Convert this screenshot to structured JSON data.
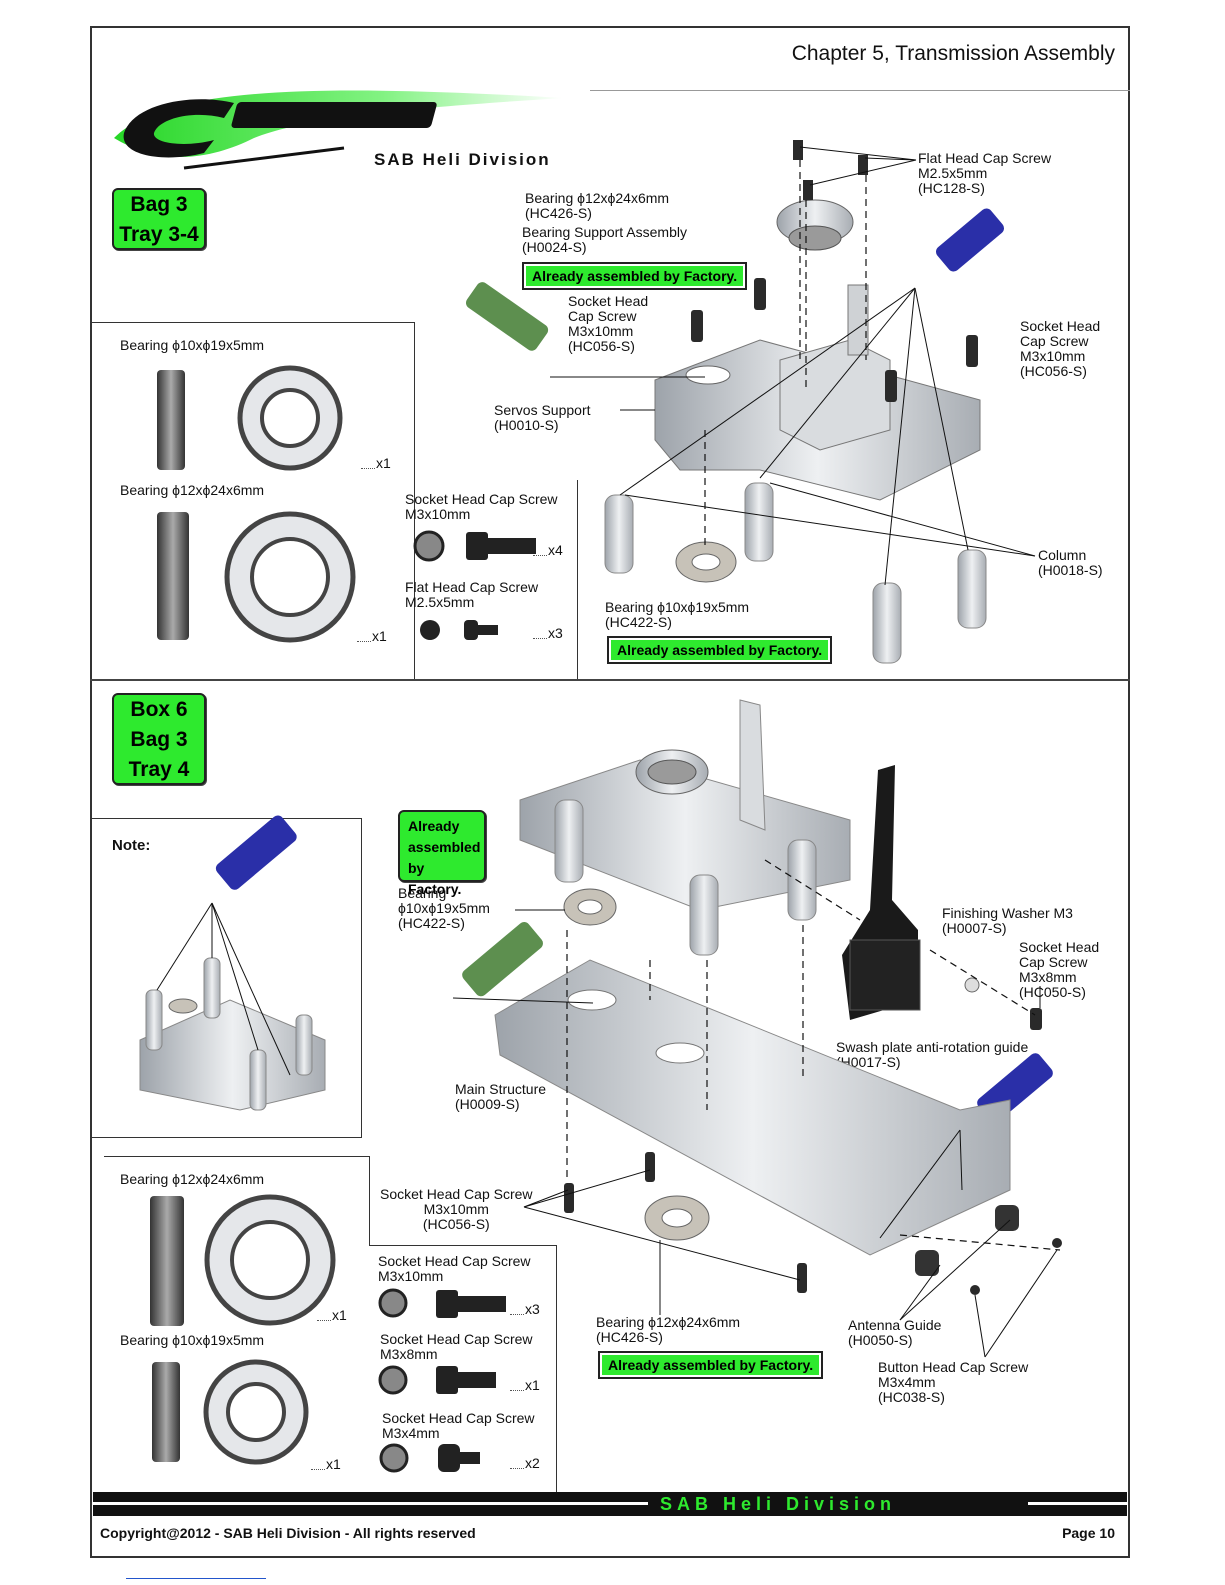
{
  "header": {
    "chapter": "Chapter 5,  Transmission Assembly",
    "brand_sub": "SAB Heli Division"
  },
  "section1": {
    "tag": [
      "Bag 3",
      "Tray 3-4"
    ],
    "callouts": {
      "flat_head": [
        "Flat Head Cap Screw",
        "M2.5x5mm",
        "(HC128-S)"
      ],
      "bearing_top": [
        "Bearing ϕ12xϕ24x6mm",
        "(HC426-S)"
      ],
      "bearing_support": [
        "Bearing Support Assembly",
        "(H0024-S)"
      ],
      "socket_left": [
        "Socket  Head",
        "Cap Screw",
        "M3x10mm",
        "(HC056-S)"
      ],
      "socket_right": [
        "Socket  Head",
        "Cap Screw",
        "M3x10mm",
        "(HC056-S)"
      ],
      "servos_support": [
        "Servos Support",
        "(H0010-S)"
      ],
      "column": [
        "Column",
        "(H0018-S)"
      ],
      "bearing_bottom": [
        "Bearing ϕ10xϕ19x5mm",
        "(HC422-S)"
      ]
    },
    "factory_1": "Already assembled by Factory.",
    "factory_2": "Already assembled by Factory.",
    "parts": {
      "bearing_a": "Bearing  ϕ10xϕ19x5mm",
      "bearing_a_qty": "x1",
      "bearing_b": "Bearing  ϕ12xϕ24x6mm",
      "bearing_b_qty": "x1",
      "screw_a": [
        "Socket  Head Cap Screw",
        "M3x10mm"
      ],
      "screw_a_qty": "x4",
      "screw_b": [
        "Flat Head Cap Screw",
        "M2.5x5mm"
      ],
      "screw_b_qty": "x3"
    }
  },
  "section2": {
    "tag": [
      "Box 6",
      "Bag 3",
      "Tray 4"
    ],
    "note": "Note:",
    "factory_block": [
      "Already",
      "assembled",
      "by Factory."
    ],
    "callouts": {
      "bearing_top": [
        "Bearing",
        "ϕ10xϕ19x5mm",
        "(HC422-S)"
      ],
      "finishing_washer": [
        "Finishing Washer M3",
        "(H0007-S)"
      ],
      "socket_m3x8": [
        "Socket  Head",
        "Cap Screw",
        "M3x8mm",
        "(HC050-S)"
      ],
      "swash_guide": [
        "Swash plate anti-rotation guide",
        "(H0017-S)"
      ],
      "main_structure": [
        "Main Structure",
        "(H0009-S)"
      ],
      "socket_m3x10": [
        "Socket  Head Cap Screw",
        "M3x10mm",
        "(HC056-S)"
      ],
      "bearing_bottom": [
        "Bearing ϕ12xϕ24x6mm",
        "(HC426-S)"
      ],
      "antenna_guide": [
        "Antenna Guide",
        "(H0050-S)"
      ],
      "button_head": [
        "Button Head Cap Screw",
        "M3x4mm",
        "(HC038-S)"
      ]
    },
    "factory_bottom": "Already assembled by Factory.",
    "parts": {
      "bearing_a": "Bearing  ϕ12xϕ24x6mm",
      "bearing_a_qty": "x1",
      "bearing_b": "Bearing  ϕ10xϕ19x5mm",
      "bearing_b_qty": "x1",
      "screw_a": [
        "Socket  Head Cap Screw",
        "M3x10mm"
      ],
      "screw_a_qty": "x3",
      "screw_b": [
        "Socket  Head Cap Screw",
        "M3x8mm"
      ],
      "screw_b_qty": "x1",
      "screw_c": [
        "Socket  Head Cap Screw",
        "M3x4mm"
      ],
      "screw_c_qty": "x2"
    }
  },
  "footer": {
    "copyright": "Copyright@2012 - SAB Heli Division - All rights reserved",
    "page": "Page 10",
    "band_brand": "SAB Heli Division"
  },
  "colors": {
    "accent_green": "#2eea2e",
    "loctite_blue": "#2a2fa8",
    "loctite_green": "#5d8f4f"
  }
}
